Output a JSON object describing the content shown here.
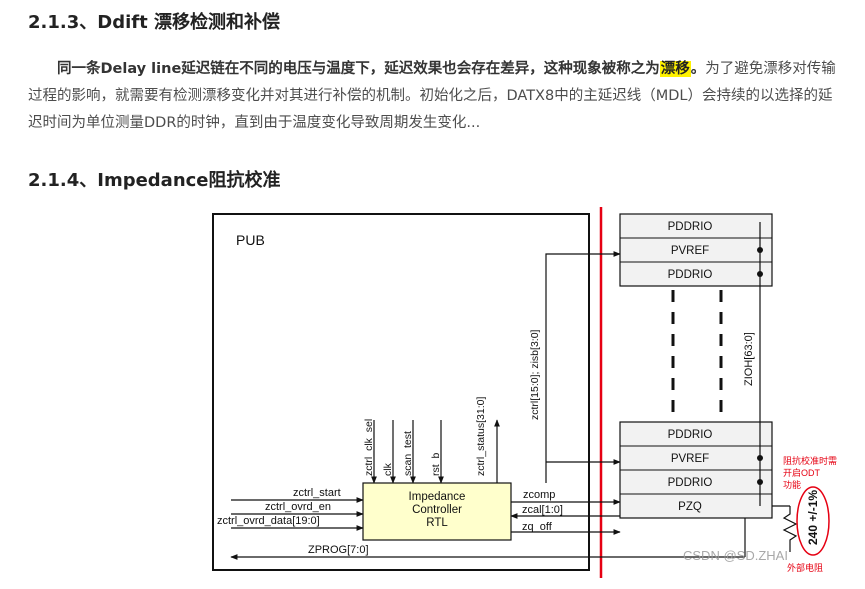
{
  "section_1": {
    "heading": "2.1.3、Ddift 漂移检测和补偿"
  },
  "paragraph": {
    "bold_part": "同一条Delay line延迟链在不同的电压与温度下，延迟效果也会存在差异，这种现象被称之为",
    "highlight": "漂移",
    "bold_end": "。",
    "rest": "为了避免漂移对传输过程的影响，就需要有检测漂移变化并对其进行补偿的机制。初始化之后，DATX8中的主延迟线（MDL）会持续的以选择的延迟时间为单位测量DDR的时钟，直到由于温度变化导致周期发生变化..."
  },
  "section_2": {
    "heading": "2.1.4、Impedance阻抗校准"
  },
  "figure": {
    "pub_label": "PUB",
    "controller": [
      "Impedance",
      "Controller",
      "RTL"
    ],
    "left_inputs": [
      "zctrl_start",
      "zctrl_ovrd_en",
      "zctrl_ovrd_data[19:0]"
    ],
    "zprog": "ZPROG[7:0]",
    "top_signals": [
      "zctrl_clk_sel",
      "clk",
      "scan_test",
      "rst_b",
      "zctrl_status[31:0]"
    ],
    "right_outputs": [
      "zcomp",
      "zcal[1:0]",
      "zq_off"
    ],
    "zctrl_bus": "zctrl[15:0]; zisb[3:0]",
    "zioh_bus": "ZIOH[63:0]",
    "top_stack": [
      "PDDRIO",
      "PVREF",
      "PDDRIO"
    ],
    "bottom_stack": [
      "PDDRIO",
      "PVREF",
      "PDDRIO",
      "PZQ"
    ],
    "annotation": "阻抗校准时需开启ODT功能",
    "tolerance": "240 +/-1%",
    "watermark": "CSDN @SD.ZHAI",
    "resistor_caption": "外部电阻"
  },
  "colors": {
    "highlight": "#fff200",
    "controller_fill": "#ffffcc",
    "red": "#e60012",
    "stack_fill": "#f2f2f2"
  }
}
